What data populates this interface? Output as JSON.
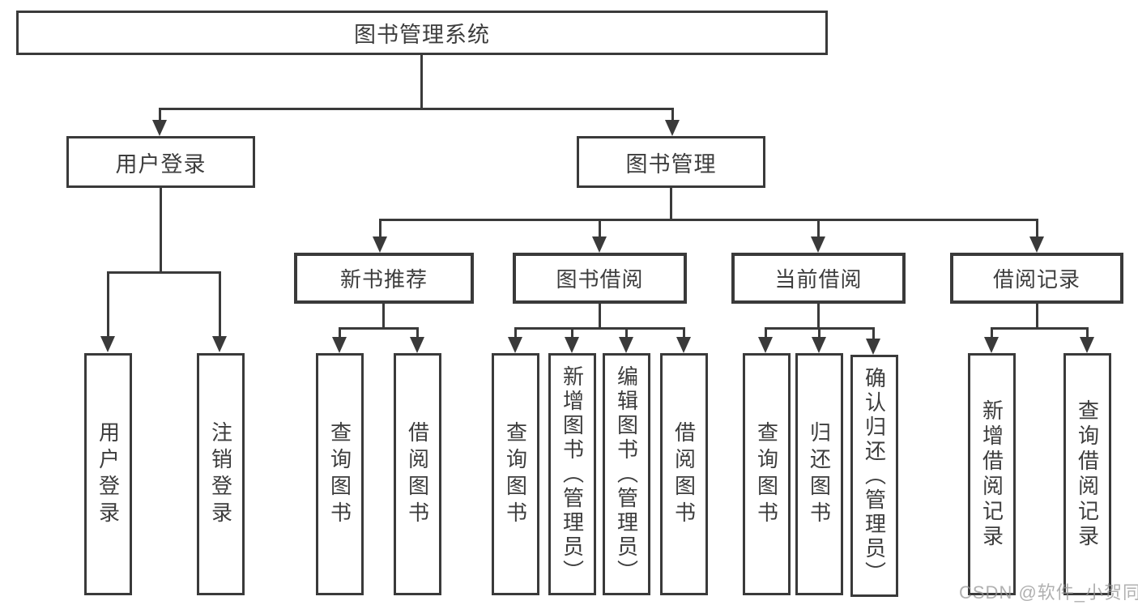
{
  "diagram": {
    "root": {
      "label": "图书管理系统"
    },
    "level1": [
      {
        "label": "用户登录"
      },
      {
        "label": "图书管理"
      }
    ],
    "level2": [
      {
        "label": "新书推荐"
      },
      {
        "label": "图书借阅"
      },
      {
        "label": "当前借阅"
      },
      {
        "label": "借阅记录"
      }
    ],
    "leaves": {
      "user_login": [
        "用户登录",
        "注销登录"
      ],
      "new_book": [
        "查询图书",
        "借阅图书"
      ],
      "book_borrow": [
        "查询图书",
        "新增图书（管理员）",
        "编辑图书（管理员）",
        "借阅图书"
      ],
      "current_borrow": [
        "查询图书",
        "归还图书",
        "确认归还（管理员）"
      ],
      "borrow_record": [
        "新增借阅记录",
        "查询借阅记录"
      ]
    }
  },
  "watermark": {
    "text": "CSDN @软件_小贺同学"
  },
  "colors": {
    "line": "#3a3a3a",
    "text": "#3d3d3d",
    "watermark": "#969696",
    "background": "#ffffff"
  }
}
